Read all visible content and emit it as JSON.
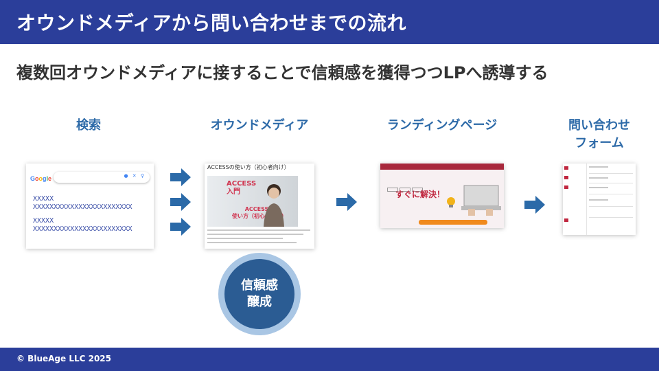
{
  "header": {
    "title": "オウンドメディアから問い合わせまでの流れ"
  },
  "subtitle": "複数回オウンドメディアに接することで信頼感を獲得つつLPへ誘導する",
  "steps": [
    {
      "label": "検索"
    },
    {
      "label": "オウンドメディア"
    },
    {
      "label": "ランディングページ"
    },
    {
      "label_line1": "問い合わせ",
      "label_line2": "フォーム"
    }
  ],
  "search_card": {
    "logo": "Google",
    "results": [
      {
        "title": "XXXXX",
        "url": "XXXXXXXXXXXXXXXXXXXXXXXX"
      },
      {
        "title": "XXXXX",
        "url": "XXXXXXXXXXXXXXXXXXXXXXXX"
      }
    ]
  },
  "article_card": {
    "title": "ACCESSの使い方（初心者向け）",
    "hero_line1": "ACCESS",
    "hero_line2": "入門",
    "hero_sub1": "ACCESSの",
    "hero_sub2": "使い方（初心者向け）"
  },
  "trust_badge": {
    "line1": "信頼感",
    "line2": "醸成"
  },
  "lp_card": {
    "headline": "すぐに解決！"
  },
  "footer": {
    "copyright": "© BlueAge LLC 2025"
  },
  "colors": {
    "brand": "#2b3e9a",
    "step_label": "#2d6aa8",
    "arrow": "#2b6aa8",
    "badge": "#2b5c93",
    "lp_accent": "#c0273f"
  }
}
